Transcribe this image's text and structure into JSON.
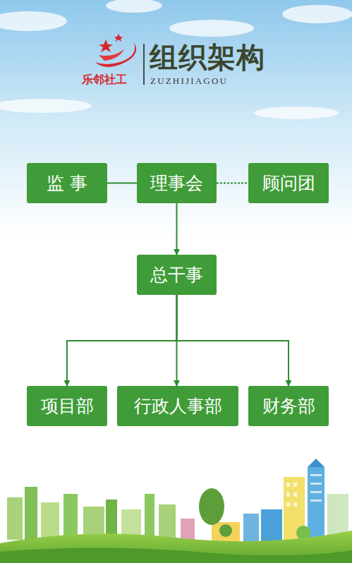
{
  "diagram": {
    "title": "组织架构",
    "nodes": [
      {
        "text": [
          "监 事"
        ]
      },
      {
        "text": [
          "理事会"
        ]
      },
      {
        "text": [
          "顾问团"
        ]
      },
      {
        "text": [
          "总干事"
        ]
      },
      {
        "text": [
          "项目部"
        ]
      },
      {
        "text": [
          "行政人事部"
        ]
      },
      {
        "text": [
          "财务部"
        ]
      }
    ],
    "edges": [
      {
        "from": 0,
        "to": 1,
        "arrow": "none"
      },
      {
        "from": 1,
        "to": 2,
        "arrow": "none"
      },
      {
        "from": 1,
        "to": 3,
        "arrow": "to"
      },
      {
        "from": 3,
        "to": 4,
        "arrow": "to"
      },
      {
        "from": 3,
        "to": 5,
        "arrow": "to"
      },
      {
        "from": 3,
        "to": 6,
        "arrow": "to"
      }
    ],
    "labels": [
      "乐邻社工",
      "ZUZHIJIAGOU"
    ]
  }
}
